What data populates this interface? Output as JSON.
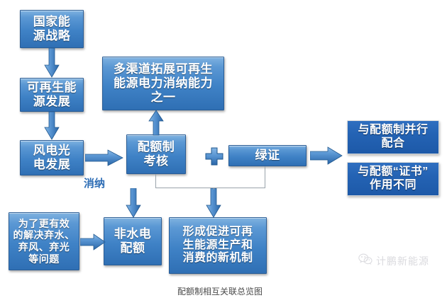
{
  "figure": {
    "caption": "配额制相互关联总览图",
    "background_color": "#ffffff"
  },
  "palette": {
    "box_blue_light": "#7fb2e0",
    "box_blue_dark": "#2f6fb4",
    "box_result_blue": "#2463b4",
    "arrow_blue": "#3f7dbf",
    "connector_gray": "#9aa3ab",
    "label_blue": "#2d6db5",
    "caption_gray": "#4a4a4a",
    "watermark_gray": "#d9d9dc"
  },
  "nodes": [
    {
      "id": "national-energy-strategy",
      "text": "国家能\n源战略",
      "style": "blue"
    },
    {
      "id": "renewable-development",
      "text": "可再生能\n源发展",
      "style": "blue"
    },
    {
      "id": "wind-solar-development",
      "text": "风电光\n电发展",
      "style": "blue"
    },
    {
      "id": "multi-channel-expansion",
      "text": "多渠道拓展可再生\n能源电力消纳能力\n之一",
      "style": "blue"
    },
    {
      "id": "quota-assessment",
      "text": "配额制\n考核",
      "style": "blue"
    },
    {
      "id": "green-certificate",
      "text": "绿证",
      "style": "blue"
    },
    {
      "id": "curtailment-problem",
      "text": "为了更有效\n的解决弃水、\n弃风、弃光\n等问题",
      "style": "blue"
    },
    {
      "id": "non-hydro-quota",
      "text": "非水电\n配额",
      "style": "blue"
    },
    {
      "id": "new-mechanism",
      "text": "形成促进可再\n生能源生产和\n消费的新机制",
      "style": "blue"
    },
    {
      "id": "parallel-with-quota",
      "text": "与配额制并行\n配合",
      "style": "darkblue"
    },
    {
      "id": "different-function",
      "text": "与配额“证书”\n作用不同",
      "style": "darkblue"
    }
  ],
  "labels": {
    "consumption": "消纳",
    "plus_sign": "+"
  },
  "icons": {
    "plus": "plus-icon",
    "wechat": "wechat-bubble-icon",
    "arrow_down": "arrow-down-icon",
    "arrow_right": "arrow-right-icon",
    "arrow_up": "arrow-up-icon"
  },
  "watermark": {
    "text": "计鹏新能源"
  }
}
